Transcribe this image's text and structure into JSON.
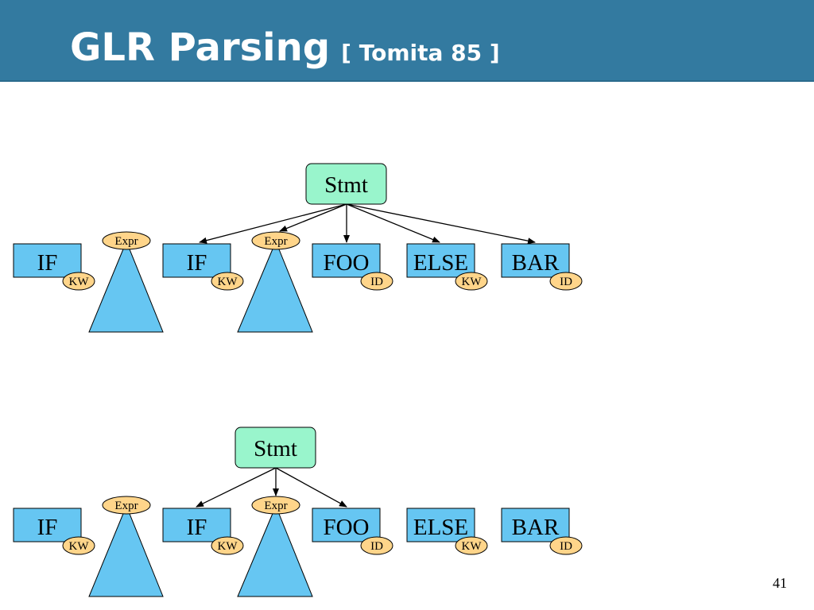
{
  "title": "GLR Parsing",
  "subtitle": "[ Tomita 85 ]",
  "slide_number": "41",
  "colors": {
    "header": "#337aa0",
    "token_box": "#66c6f2",
    "stmt_box": "#99f5cc",
    "oval": "#ffd58a",
    "triangle": "#66c6f2"
  },
  "diagrams": [
    {
      "root": "Stmt",
      "tokens": [
        {
          "text": "IF",
          "tag": "KW"
        },
        {
          "text": "IF",
          "tag": "KW"
        },
        {
          "text": "FOO",
          "tag": "ID"
        },
        {
          "text": "ELSE",
          "tag": "KW"
        },
        {
          "text": "BAR",
          "tag": "ID"
        }
      ],
      "exprs": [
        "Expr",
        "Expr"
      ]
    },
    {
      "root": "Stmt",
      "tokens": [
        {
          "text": "IF",
          "tag": "KW"
        },
        {
          "text": "IF",
          "tag": "KW"
        },
        {
          "text": "FOO",
          "tag": "ID"
        },
        {
          "text": "ELSE",
          "tag": "KW"
        },
        {
          "text": "BAR",
          "tag": "ID"
        }
      ],
      "exprs": [
        "Expr",
        "Expr"
      ]
    }
  ]
}
